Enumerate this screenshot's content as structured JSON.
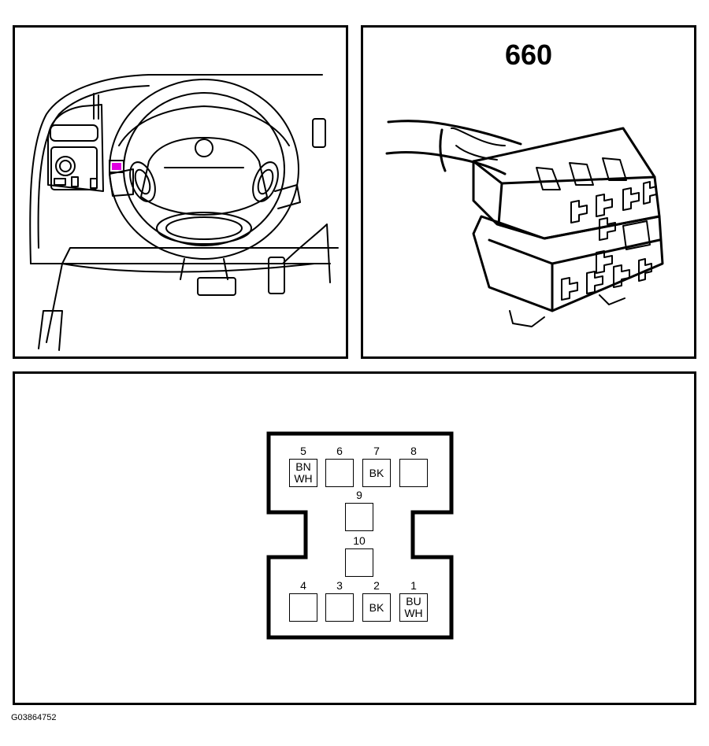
{
  "connector": {
    "id": "660",
    "pins": [
      {
        "number": "1",
        "wire": "BU\nWH"
      },
      {
        "number": "2",
        "wire": "BK"
      },
      {
        "number": "3",
        "wire": ""
      },
      {
        "number": "4",
        "wire": ""
      },
      {
        "number": "5",
        "wire": "BN\nWH"
      },
      {
        "number": "6",
        "wire": ""
      },
      {
        "number": "7",
        "wire": "BK"
      },
      {
        "number": "8",
        "wire": ""
      },
      {
        "number": "9",
        "wire": ""
      },
      {
        "number": "10",
        "wire": ""
      }
    ]
  },
  "highlight_color": "#e000e0",
  "figure_id": "G03864752"
}
